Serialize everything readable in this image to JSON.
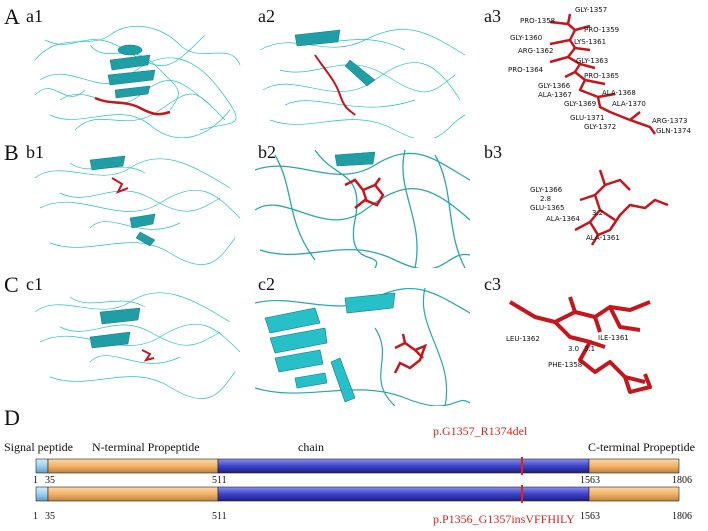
{
  "panels": {
    "A": "A",
    "a1": "a1",
    "a2": "a2",
    "a3": "a3",
    "B": "B",
    "b1": "b1",
    "b2": "b2",
    "b3": "b3",
    "C": "C",
    "c1": "c1",
    "c2": "c2",
    "c3": "c3",
    "D": "D"
  },
  "a3_residues": [
    "GLY-1357",
    "PRO-1358",
    "PRO-1359",
    "GLY-1360",
    "LYS-1361",
    "ARG-1362",
    "GLY-1363",
    "PRO-1364",
    "PRO-1365",
    "GLY-1366",
    "ALA-1367",
    "ALA-1368",
    "GLY-1369",
    "ALA-1370",
    "GLU-1371",
    "GLY-1372",
    "ARG-1373",
    "GLN-1374"
  ],
  "b3_labels": [
    "GLY-1366",
    "2.8",
    "GLU-1365",
    "ALA-1364",
    "3.2",
    "ALA-1361"
  ],
  "c3_labels": [
    "LEU-1362",
    "ILE-1361",
    "3.0",
    "3.1",
    "PHE-1358"
  ],
  "domain_bar": {
    "signal": "Signal peptide",
    "n_prop": "N-terminal Propeptide",
    "chain": "chain",
    "c_prop": "C-terminal Propeptide",
    "ticks": [
      "1",
      "35",
      "511",
      "1563",
      "1806"
    ],
    "mutation_top": "p.G1357_R1374del",
    "mutation_bottom": "p.P1356_G1357insVFFHILY"
  },
  "colors": {
    "cyan": "#27c0c8",
    "red": "#c4161c",
    "blue": "#3f44c8",
    "orange": "#f2b36a",
    "lightblue": "#9ad2f0"
  }
}
